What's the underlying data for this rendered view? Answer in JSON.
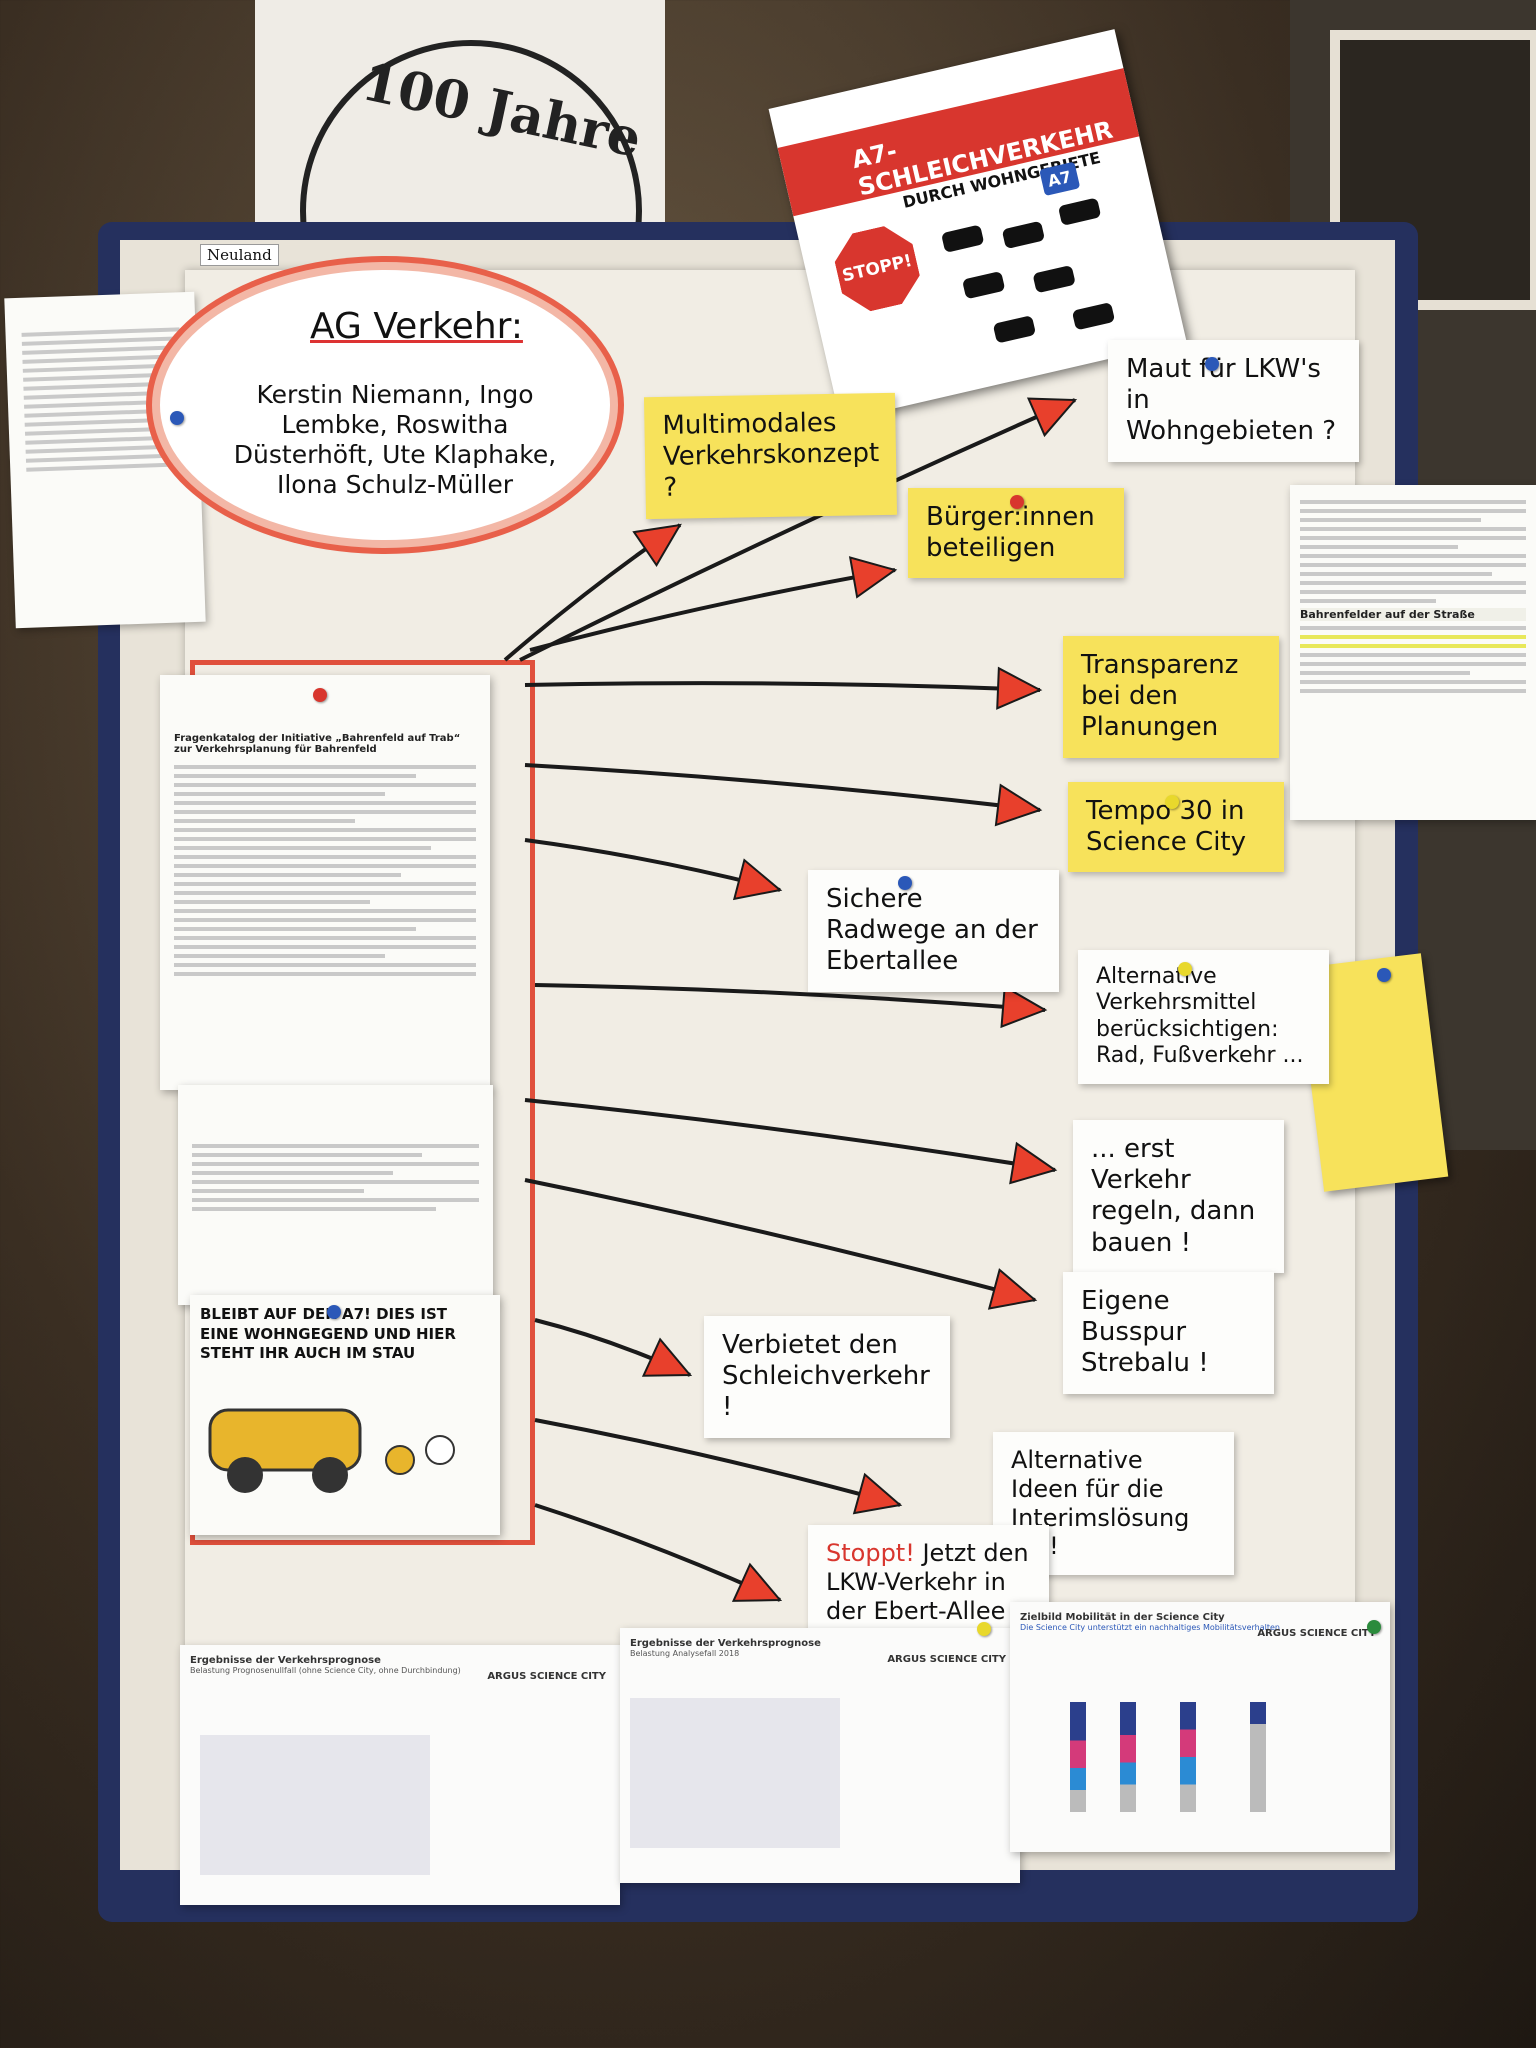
{
  "wall_banner": {
    "text": "100 Jahre"
  },
  "board": {
    "brand": "Neuland"
  },
  "cloud": {
    "title": "AG Verkehr:",
    "names": "Kerstin Niemann, Ingo Lembke, Roswitha Düsterhöft, Ute Klaphake, Ilona Schulz-Müller"
  },
  "poster": {
    "title": "A7-SCHLEICHVERKEHR",
    "subtitle": "DURCH WOHNGEBIETE",
    "stop": "STOPP!",
    "badge": "A7"
  },
  "notes": [
    {
      "text": "Multimodales Verkehrskonzept ?",
      "color": "#f7e25b"
    },
    {
      "text": "Maut für LKW's in Wohngebieten ?",
      "color": "#fdfdfb"
    },
    {
      "text": "Bürger:innen beteiligen",
      "color": "#f7e25b"
    },
    {
      "text": "Transparenz bei den Planungen",
      "color": "#f7e25b"
    },
    {
      "text": "Tempo 30 in Science City",
      "color": "#f7e25b"
    },
    {
      "text": "Sichere Radwege an der Ebertallee",
      "color": "#fdfdfb"
    },
    {
      "text": "Alternative Verkehrsmittel berücksichtigen: Rad, Fußverkehr ...",
      "color": "#fdfdfb"
    },
    {
      "text": "... erst Verkehr regeln, dann bauen !",
      "color": "#fdfdfb"
    },
    {
      "text": "Eigene Busspur Strebalu !",
      "color": "#fdfdfb"
    },
    {
      "text": "Verbietet den Schleichverkehr !",
      "color": "#fdfdfb"
    },
    {
      "text": "Alternative Ideen für die Interimslösung 56 !",
      "color": "#fdfdfb"
    },
    {
      "text": "Jetzt den LKW-Verkehr in der Ebert-Allee",
      "prefix": "Stoppt!",
      "color": "#fdfdfb"
    }
  ],
  "documents": {
    "questions_title": "Fragenkatalog der Initiative „Bahrenfeld auf Trab“ zur Verkehrsplanung für Bahrenfeld",
    "comic_text": "BLEIBT AUF DER A7! DIES IST EINE WOHNGEGEND UND HIER STEHT IHR AUCH IM STAU",
    "right_doc_title": "Bahrenfelder auf der Straße"
  },
  "slides": [
    {
      "title": "Ergebnisse der Verkehrsprognose",
      "subtitle": "Belastung Prognosenullfall (ohne Science City, ohne Durchbindung)",
      "logo": "ARGUS SCIENCE CITY"
    },
    {
      "title": "Ergebnisse der Verkehrsprognose",
      "subtitle": "Belastung Analysefall 2018",
      "logo": "ARGUS SCIENCE CITY"
    },
    {
      "title": "Zielbild Mobilität in der Science City",
      "subtitle": "Die Science City unterstützt ein nachhaltiges Mobilitätsverhalten",
      "logo": "ARGUS SCIENCE CITY"
    }
  ],
  "colors": {
    "arrow_red": "#e8402c",
    "note_yellow": "#f7e25b",
    "board_frame": "#25305e"
  }
}
